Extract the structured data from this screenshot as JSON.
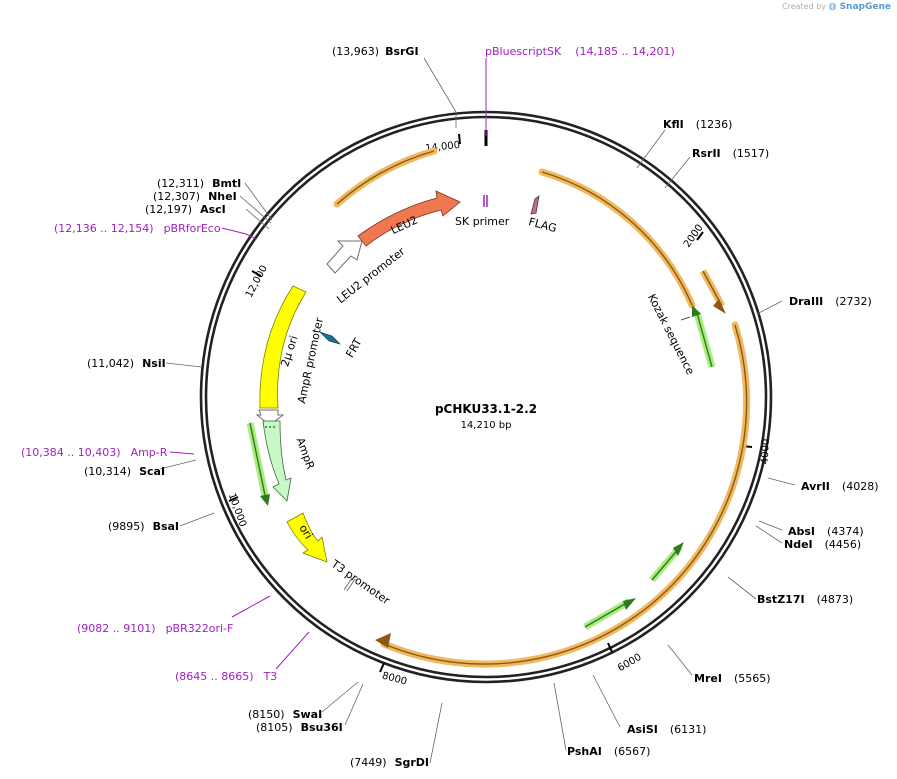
{
  "credit": {
    "prefix": "Created by",
    "brand": "SnapGene"
  },
  "plasmid": {
    "name": "pCHKU33.1-2.2",
    "length_label": "14,210 bp"
  },
  "ticks": [
    "14,000",
    "2000",
    "4000",
    "6000",
    "8000",
    "10,000",
    "12,000"
  ],
  "sites": [
    {
      "pos": "(13,963)",
      "name": "BsrGI"
    },
    {
      "name": "KflI",
      "pos": "(1236)"
    },
    {
      "name": "RsrII",
      "pos": "(1517)"
    },
    {
      "name": "DraIII",
      "pos": "(2732)"
    },
    {
      "name": "AvrII",
      "pos": "(4028)"
    },
    {
      "name": "AbsI",
      "pos": "(4374)"
    },
    {
      "name": "NdeI",
      "pos": "(4456)"
    },
    {
      "name": "BstZ17I",
      "pos": "(4873)"
    },
    {
      "name": "MreI",
      "pos": "(5565)"
    },
    {
      "name": "AsiSI",
      "pos": "(6131)"
    },
    {
      "name": "PshAI",
      "pos": "(6567)"
    },
    {
      "pos": "(7449)",
      "name": "SgrDI"
    },
    {
      "pos": "(8150)",
      "name": "SwaI"
    },
    {
      "pos": "(8105)",
      "name": "Bsu36I"
    },
    {
      "pos": "(9895)",
      "name": "BsaI"
    },
    {
      "pos": "(10,314)",
      "name": "ScaI"
    },
    {
      "pos": "(11,042)",
      "name": "NsiI"
    },
    {
      "pos": "(12,197)",
      "name": "AscI"
    },
    {
      "pos": "(12,307)",
      "name": "NheI"
    },
    {
      "pos": "(12,311)",
      "name": "BmtI"
    }
  ],
  "primers": [
    {
      "name": "pBluescriptSK",
      "range": "(14,185 .. 14,201)"
    },
    {
      "range": "(12,136 .. 12,154)",
      "name": "pBRforEco"
    },
    {
      "range": "(10,384 .. 10,403)",
      "name": "Amp-R"
    },
    {
      "range": "(9082 .. 9101)",
      "name": "pBR322ori-F"
    },
    {
      "range": "(8645 .. 8665)",
      "name": "T3"
    }
  ],
  "features": {
    "leu2": "LEU2",
    "leu2_promoter": "LEU2 promoter",
    "sk_primer": "SK primer",
    "flag": "FLAG",
    "kozak": "Kozak sequence",
    "two_micron_ori": "2µ ori",
    "ampr_promoter": "AmpR promoter",
    "frt": "FRT",
    "ampr": "AmpR",
    "ori": "ori",
    "t3_promoter": "T3 promoter"
  },
  "colors": {
    "backbone": "#000000",
    "orange_feature": "#f0b860",
    "leu2": "#f07850",
    "yellow_feature": "#ffff00",
    "ampr": "#c8f8c8",
    "green_arrow": "#80e060",
    "primer": "#a020c0",
    "frt": "#1c7090",
    "flag": "#c07080"
  }
}
